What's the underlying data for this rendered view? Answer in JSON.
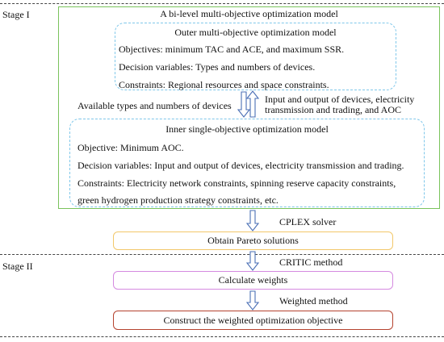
{
  "stages": {
    "stage1": "Stage  I",
    "stage2": "Stage II"
  },
  "bilevel": {
    "title": "A bi-level multi-objective optimization model"
  },
  "outer": {
    "title": "Outer multi-objective optimization model",
    "objectives": "Objectives: minimum TAC and ACE, and maximum SSR.",
    "decision": "Decision variables:  Types and numbers of devices.",
    "constraints": "Constraints: Regional resources and space constraints."
  },
  "links": {
    "down_label": "Available types and numbers of devices",
    "up_label_line1": "Input and output of devices, electricity",
    "up_label_line2": "transmission and trading, and AOC"
  },
  "inner": {
    "title": "Inner single-objective optimization model",
    "objective": "Objective: Minimum AOC.",
    "decision": "Decision variables:  Input and output of devices, electricity transmission and trading.",
    "constraints_line1": "Constraints:  Electricity network constraints,  spinning reserve capacity constraints,",
    "constraints_line2": "green hydrogen production strategy constraints, etc."
  },
  "flow": {
    "solver": "CPLEX solver",
    "pareto": "Obtain Pareto solutions",
    "critic": "CRITIC method",
    "weights": "Calculate weights",
    "weighted_method": "Weighted method",
    "construct": "Construct the weighted optimization objective"
  },
  "colors": {
    "green": "#7ac35c",
    "blue_dashed": "#7fc7ea",
    "pareto_border": "#f2c86a",
    "weights_border": "#d58ae0",
    "construct_border": "#b5432f",
    "arrow": "#4a6fb5"
  }
}
